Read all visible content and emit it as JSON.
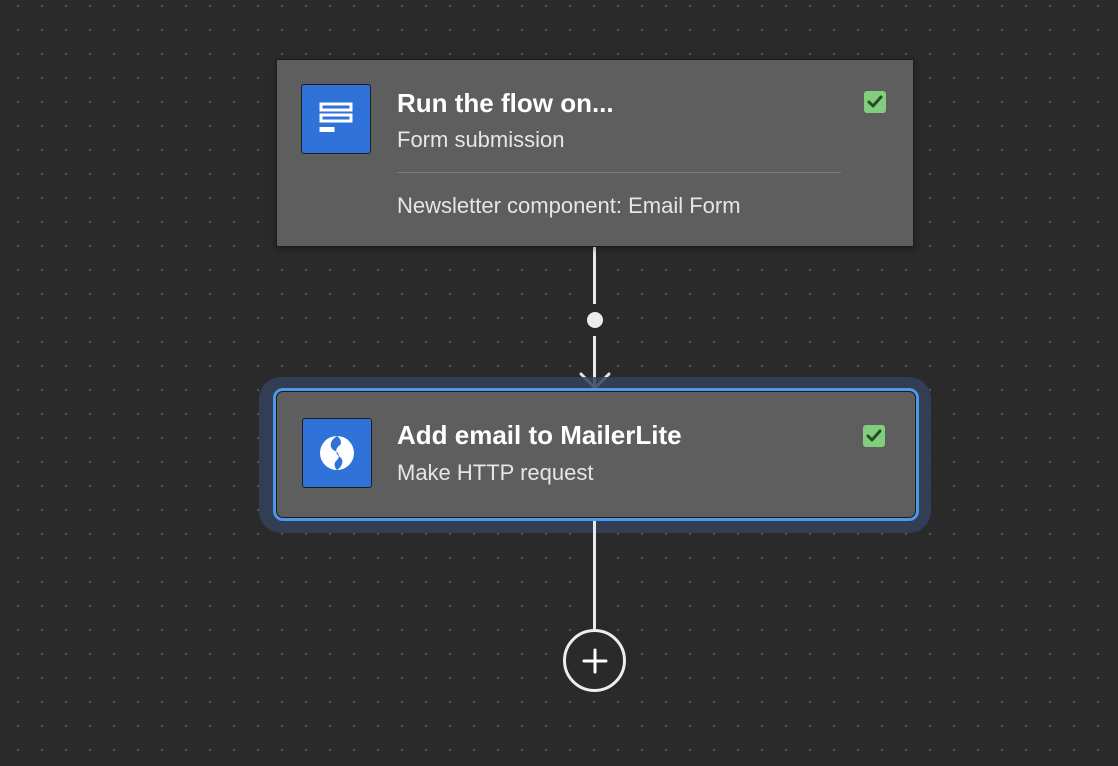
{
  "flow": {
    "trigger": {
      "icon": "form-icon",
      "title": "Run the flow on...",
      "subtitle": "Form submission",
      "detail": "Newsletter component: Email Form",
      "status": "valid"
    },
    "action": {
      "icon": "http-request-icon",
      "title": "Add email to MailerLite",
      "subtitle": "Make HTTP request",
      "status": "valid",
      "selected": true
    },
    "add_step_icon": "plus-icon"
  },
  "colors": {
    "canvas_bg": "#2a2a2a",
    "node_bg": "#5e5e5e",
    "icon_bg": "#2f72d8",
    "selection_outline": "#4f97ea",
    "check_bg": "#7fcf7f",
    "connector": "#e8e8e8"
  }
}
